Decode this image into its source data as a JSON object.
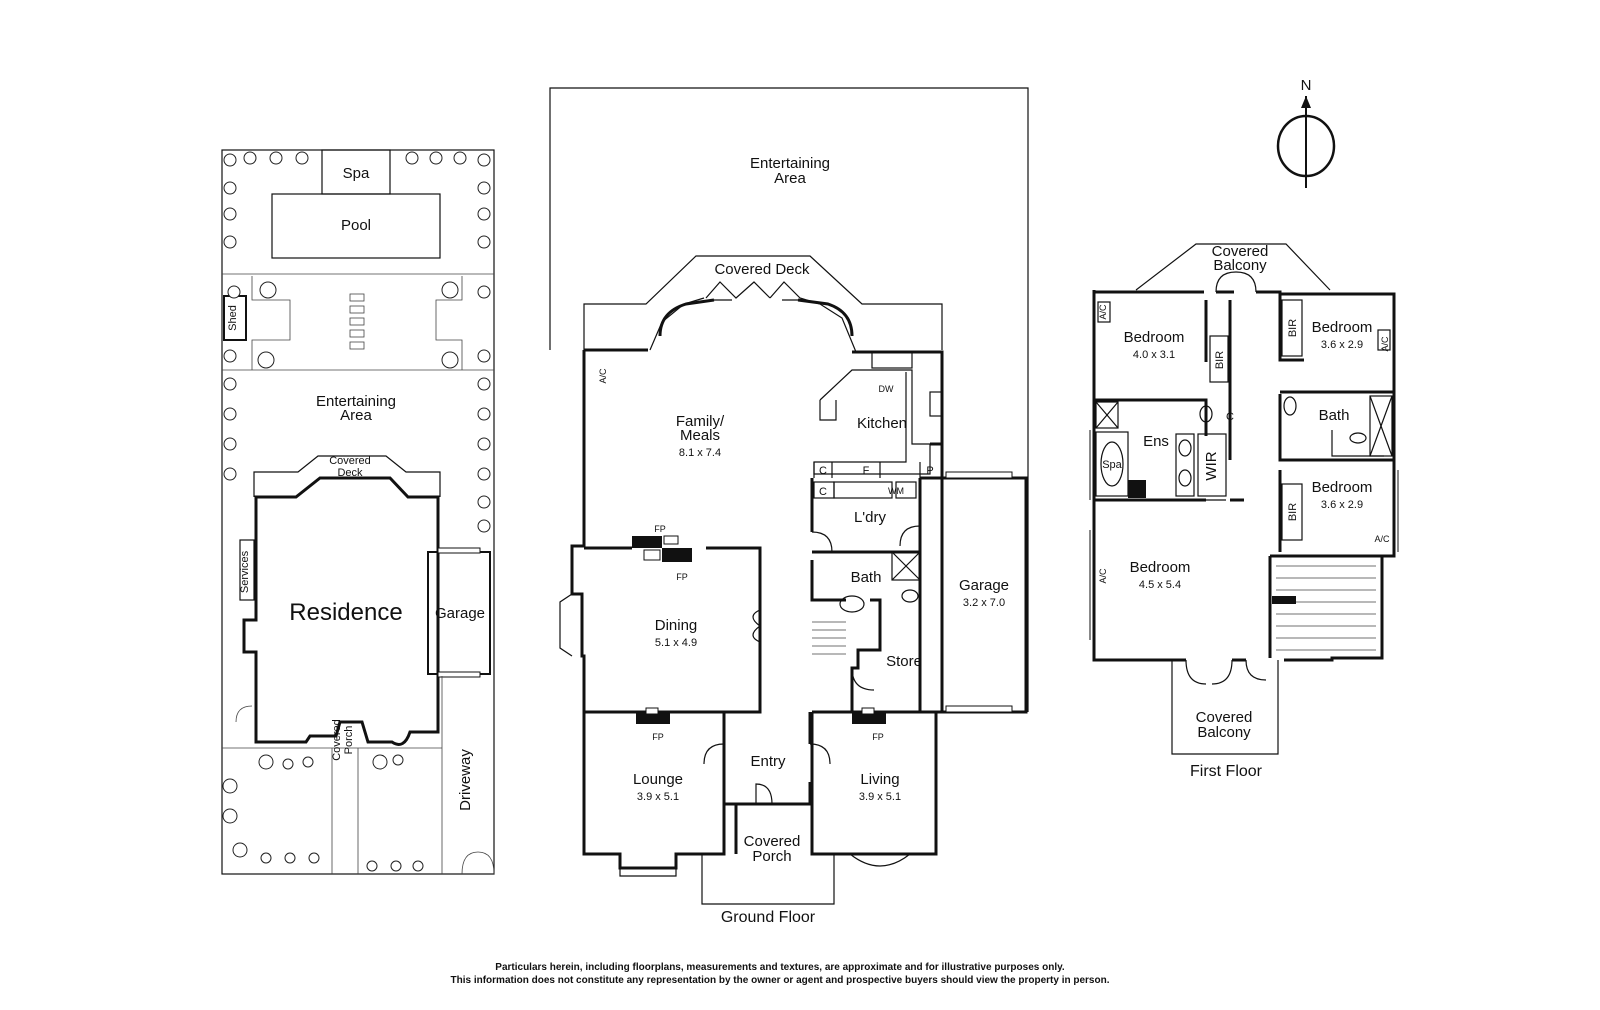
{
  "site_plan": {
    "spa": "Spa",
    "pool": "Pool",
    "shed": "Shed",
    "entertaining_area": [
      "Entertaining",
      "Area"
    ],
    "covered_deck": [
      "Covered",
      "Deck"
    ],
    "services": "Services",
    "residence": "Residence",
    "garage": "Garage",
    "covered_porch": [
      "Covered",
      "Porch"
    ],
    "driveway": "Driveway"
  },
  "ground_floor": {
    "title": "Ground Floor",
    "entertaining_area": [
      "Entertaining",
      "Area"
    ],
    "covered_deck": "Covered Deck",
    "ac": "A/C",
    "family_meals": [
      "Family/",
      "Meals",
      "8.1 x 7.4"
    ],
    "kitchen": "Kitchen",
    "dw": "DW",
    "cupboard_c": "C",
    "fridge_f": "F",
    "pantry_p": "P",
    "wm": "WM",
    "laundry": "L'dry",
    "fp": "FP",
    "dining": [
      "Dining",
      "5.1 x 4.9"
    ],
    "bath": "Bath",
    "store": "Store",
    "garage": [
      "Garage",
      "3.2 x 7.0"
    ],
    "lounge": [
      "Lounge",
      "3.9 x 5.1"
    ],
    "entry": "Entry",
    "living": [
      "Living",
      "3.9 x 5.1"
    ],
    "covered_porch": [
      "Covered",
      "Porch"
    ]
  },
  "first_floor": {
    "title": "First Floor",
    "covered_balcony_top": [
      "Covered",
      "Balcony"
    ],
    "bedroom_1": [
      "Bedroom",
      "4.0 x 3.1"
    ],
    "bedroom_2": [
      "Bedroom",
      "3.6 x 2.9"
    ],
    "bedroom_3": [
      "Bedroom",
      "3.6 x 2.9"
    ],
    "master_bedroom": [
      "Bedroom",
      "4.5 x 5.4"
    ],
    "bir": "BIR",
    "ac": "A/C",
    "bath": "Bath",
    "ensuite": "Ens",
    "spa": "Spa",
    "wir": "WIR",
    "cupboard_c": "C",
    "covered_balcony_bottom": [
      "Covered",
      "Balcony"
    ]
  },
  "compass": {
    "north": "N"
  },
  "disclaimer": [
    "Particulars herein, including floorplans, measurements and textures, are approximate and for illustrative purposes only.",
    "This information does not constitute any representation by the owner or agent and prospective buyers should view the property in person."
  ]
}
